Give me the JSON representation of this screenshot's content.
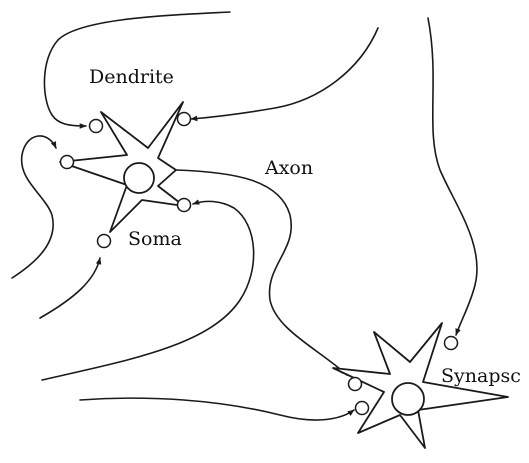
{
  "labels": {
    "dendrite": "Dendrite",
    "axon": "Axon",
    "soma": "Soma",
    "synapse": "Synapsc"
  },
  "colors": {
    "ink": "#1a1a1a",
    "background": "#ffffff"
  }
}
